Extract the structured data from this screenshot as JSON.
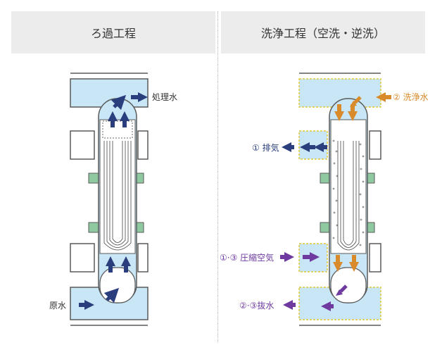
{
  "left_panel": {
    "title": "ろ過工程",
    "labels": {
      "treated_water": "処理水",
      "raw_water": "原水"
    }
  },
  "right_panel": {
    "title": "洗浄工程（空洗・逆洗）",
    "labels": {
      "wash_water": "② 洗浄水",
      "exhaust": "① 排気",
      "compressed_air": "①·③ 圧縮空気",
      "drain": "②·③抜水"
    }
  },
  "colors": {
    "water": "#c8e6f5",
    "frame": "#5a5a5a",
    "flow_filter": "#2a3d7c",
    "flow_wash": "#d98a2b",
    "flow_air": "#6e3aa0",
    "dashed_outline": "#e0c93a"
  }
}
